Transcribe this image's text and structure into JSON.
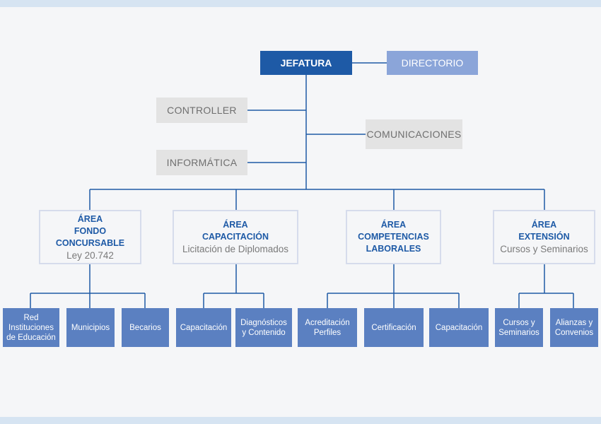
{
  "top": {
    "jefatura": "JEFATURA",
    "directorio": "DIRECTORIO"
  },
  "staff": {
    "controller": "CONTROLLER",
    "comunicaciones": "COMUNICACIONES",
    "informatica": "INFORMÁTICA"
  },
  "areas": [
    {
      "line1": "ÁREA",
      "line2": "FONDO CONCURSABLE",
      "line3": "",
      "sub": "Ley 20.742"
    },
    {
      "line1": "ÁREA",
      "line2": "CAPACITACIÓN",
      "line3": "",
      "sub": "Licitación de Diplomados"
    },
    {
      "line1": "ÁREA",
      "line2": "COMPETENCIAS",
      "line3": "LABORALES",
      "sub": ""
    },
    {
      "line1": "ÁREA",
      "line2": "EXTENSIÓN",
      "line3": "",
      "sub": "Cursos y Seminarios"
    }
  ],
  "units": {
    "fondo": [
      [
        "Red",
        "Instituciones",
        "de Educación"
      ],
      [
        "Municipios"
      ],
      [
        "Becarios"
      ]
    ],
    "capacitacion": [
      [
        "Capacitación"
      ],
      [
        "Diagnósticos",
        "y Contenido"
      ]
    ],
    "competencias": [
      [
        "Acreditación",
        "Perfiles"
      ],
      [
        "Certificación"
      ],
      [
        "Capacitación"
      ]
    ],
    "extension": [
      [
        "Cursos y",
        "Seminarios"
      ],
      [
        "Alianzas y",
        "Convenios"
      ]
    ]
  },
  "colors": {
    "primary": "#1e5aa6",
    "secondary": "#8ba5d9",
    "unit": "#5b80c1",
    "staff": "#e3e3e3",
    "connector": "#1e5aa6"
  }
}
